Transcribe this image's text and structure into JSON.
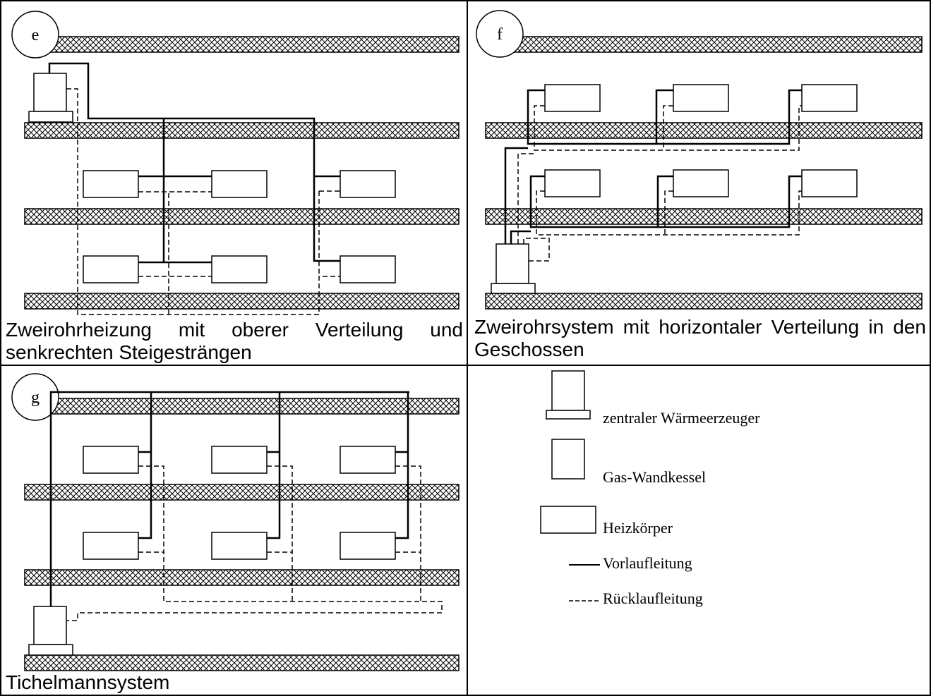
{
  "panels": {
    "e": {
      "badge": "e",
      "caption": "Zweirohrheizung mit oberer Verteilung und senkrechten Steigesträngen"
    },
    "f": {
      "badge": "f",
      "caption": "Zweirohrsystem mit horizontaler Verteilung in den Geschossen"
    },
    "g": {
      "badge": "g",
      "caption": "Tichelmannsystem"
    }
  },
  "legend": {
    "central_generator": "zentraler Wärmeerzeuger",
    "gas_boiler": "Gas-Wandkessel",
    "radiator": "Heizkörper",
    "supply_line": "Vorlaufleitung",
    "return_line": "Rücklaufleitung"
  },
  "colors": {
    "line": "#000000",
    "background": "#ffffff"
  },
  "line_styles": {
    "supply": "solid",
    "return": "dashed"
  },
  "hatch_pattern": "crosshatch"
}
